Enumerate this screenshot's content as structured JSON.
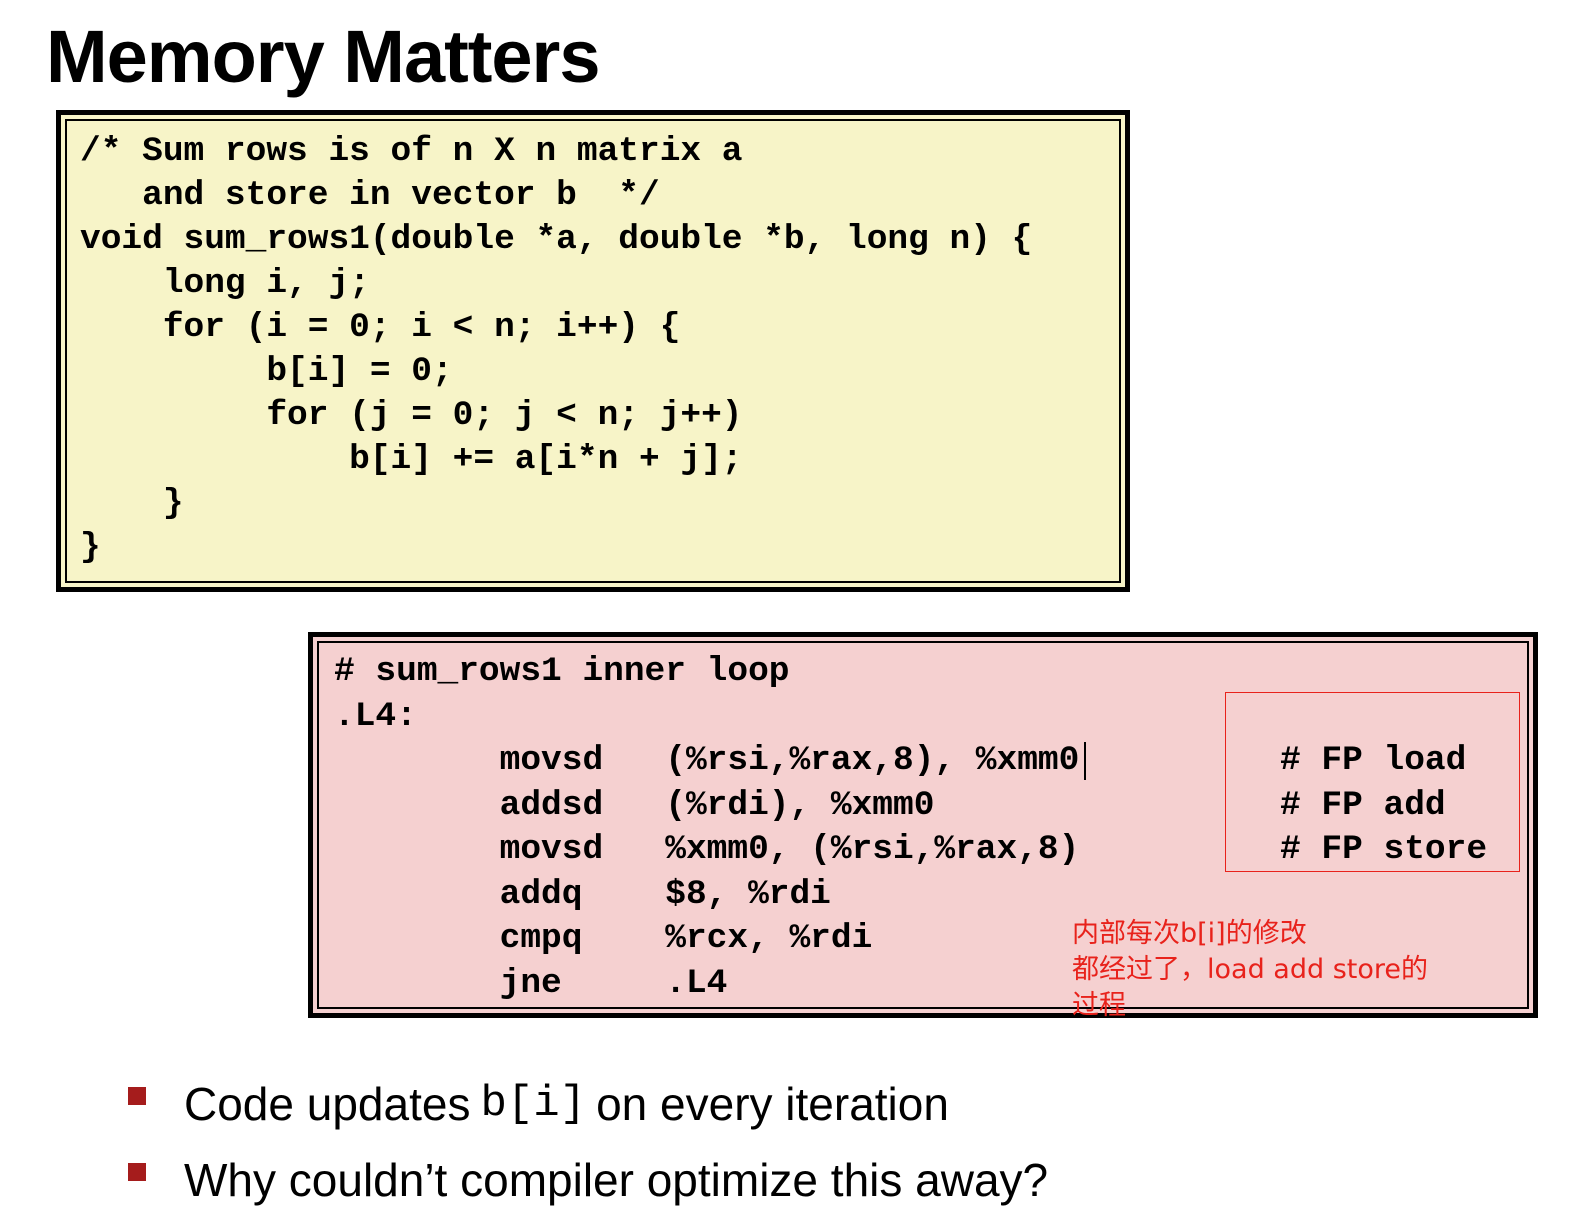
{
  "slide": {
    "title": "Memory Matters"
  },
  "c_code": {
    "text": "/* Sum rows is of n X n matrix a\n   and store in vector b  */\nvoid sum_rows1(double *a, double *b, long n) {\n    long i, j;\n    for (i = 0; i < n; i++) {\n         b[i] = 0;\n         for (j = 0; j < n; j++)\n             b[i] += a[i*n + j];\n    }\n}"
  },
  "asm_code": {
    "text": "# sum_rows1 inner loop\n.L4:\n        movsd   (%rsi,%rax,8), %xmm0\n        addsd   (%rdi), %xmm0\n        movsd   %xmm0, (%rsi,%rax,8)\n        addq    $8, %rdi\n        cmpq    %rcx, %rdi\n        jne     .L4",
    "comments": "# FP load\n# FP add\n# FP store"
  },
  "annotation": {
    "text": "内部每次b[i]的修改\n都经过了，load add store的\n过程"
  },
  "bullets": {
    "item1_before": "Code updates",
    "item1_code": "b[i]",
    "item1_after": "on every iteration",
    "item2": "Why couldn’t compiler optimize this away?"
  },
  "colors": {
    "c_box_bg": "#f7f4c8",
    "asm_box_bg": "#f5d0d0",
    "annotation": "#e8221b",
    "bullet_marker": "#a51c1c"
  }
}
